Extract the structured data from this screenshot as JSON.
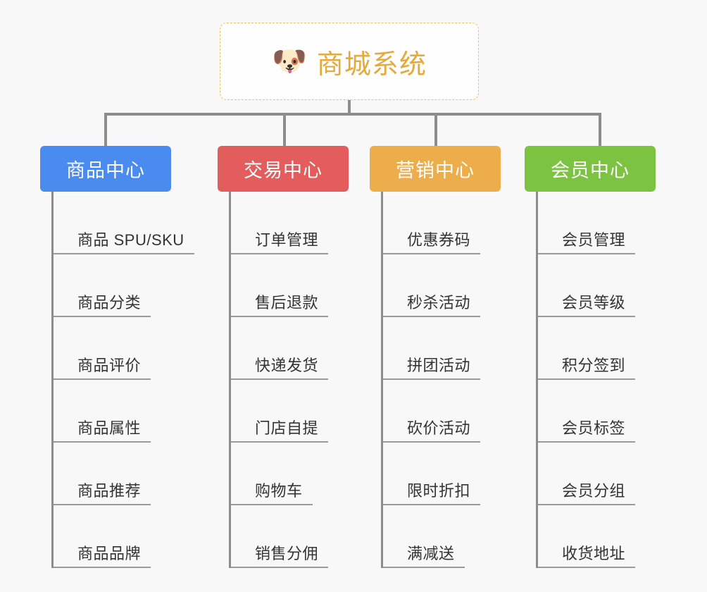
{
  "page": {
    "background_color": "#f8f8f8",
    "type": "mind-map"
  },
  "root": {
    "icon": "dog-face-emoji",
    "emoji": "🐶",
    "title": "商城系统",
    "title_color": "#e6a93c",
    "border_color": "#efc06a",
    "border_style": "dashed"
  },
  "columns": [
    {
      "id": "product-center",
      "header": "商品中心",
      "color": "#4a8bf0",
      "items": [
        "商品 SPU/SKU",
        "商品分类",
        "商品评价",
        "商品属性",
        "商品推荐",
        "商品品牌"
      ]
    },
    {
      "id": "trade-center",
      "header": "交易中心",
      "color": "#e35d5d",
      "items": [
        "订单管理",
        "售后退款",
        "快递发货",
        "门店自提",
        "购物车",
        "销售分佣"
      ]
    },
    {
      "id": "marketing-center",
      "header": "营销中心",
      "color": "#eead4b",
      "items": [
        "优惠券码",
        "秒杀活动",
        "拼团活动",
        "砍价活动",
        "限时折扣",
        "满减送"
      ]
    },
    {
      "id": "member-center",
      "header": "会员中心",
      "color": "#7cc342",
      "items": [
        "会员管理",
        "会员等级",
        "积分签到",
        "会员标签",
        "会员分组",
        "收货地址"
      ]
    }
  ]
}
